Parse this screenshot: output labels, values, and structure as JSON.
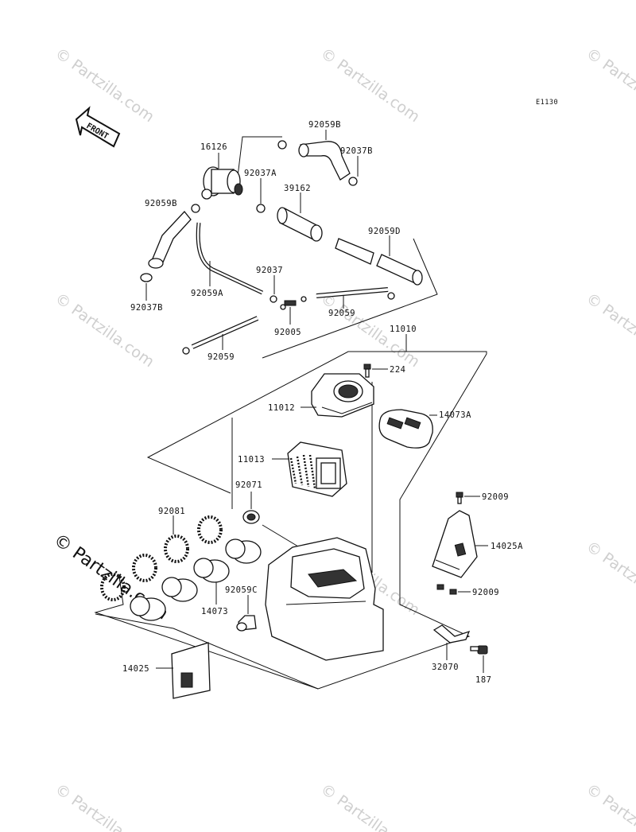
{
  "diagram_code": "E1130",
  "front_label": "FRONT",
  "watermark": {
    "text": "© Partzilla.com",
    "text_dark": "© Partzilla.com"
  },
  "parts": {
    "p16126": "16126",
    "p92059B_top": "92059B",
    "p92037B_top": "92037B",
    "p92037A": "92037A",
    "p39162": "39162",
    "p92059B_left": "92059B",
    "p92059D": "92059D",
    "p92037": "92037",
    "p92059A": "92059A",
    "p92037B_left": "92037B",
    "p92005": "92005",
    "p92059_right": "92059",
    "p92059_bottom": "92059",
    "p11010": "11010",
    "p224": "224",
    "p11012": "11012",
    "p14073A": "14073A",
    "p11013": "11013",
    "p92071": "92071",
    "p92081": "92081",
    "p92009_top": "92009",
    "p14025A": "14025A",
    "p92009_bottom": "92009",
    "p92059C": "92059C",
    "p14073": "14073",
    "p14025": "14025",
    "p32070": "32070",
    "p187": "187"
  }
}
